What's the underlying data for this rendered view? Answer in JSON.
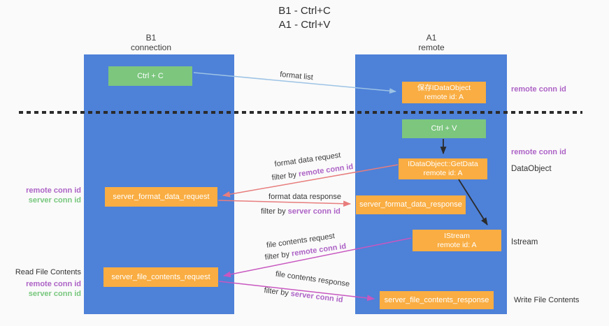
{
  "title": {
    "line1": "B1 - Ctrl+C",
    "line2": "A1 - Ctrl+V"
  },
  "lifelines": {
    "left": {
      "name": "B1",
      "sub": "connection"
    },
    "right": {
      "name": "A1",
      "sub": "remote"
    }
  },
  "nodes": {
    "ctrl_c": {
      "label": "Ctrl + C"
    },
    "saved_dataobject": {
      "line1": "保存IDataObject",
      "line2": "remote id: A"
    },
    "ctrl_v": {
      "label": "Ctrl + V"
    },
    "getdata": {
      "line1": "IDataObject::GetData",
      "line2": "remote id: A"
    },
    "server_format_data_request": {
      "label": "server_format_data_request"
    },
    "server_format_data_response": {
      "label": "server_format_data_response"
    },
    "istream": {
      "line1": "IStream",
      "line2": "remote id: A"
    },
    "server_file_contents_request": {
      "label": "server_file_contents_request"
    },
    "server_file_contents_response": {
      "label": "server_file_contents_response"
    }
  },
  "edges": {
    "format_list": "format list",
    "format_data_request": "format data request",
    "format_data_response": "format data response",
    "file_contents_request": "file contents request",
    "file_contents_response": "file contents response",
    "filter_by": "filter by",
    "remote_conn_id": "remote conn id",
    "server_conn_id": "server conn id"
  },
  "annotations": {
    "remote_conn_id": "remote conn id",
    "server_conn_id": "server conn id",
    "dataobject": "DataObject",
    "istream": "Istream",
    "read_file_contents": "Read File Contents",
    "write_file_contents": "Write File Contents"
  },
  "colors": {
    "background": "#fafafa",
    "lifeline_blue": "#4e81d8",
    "action_green": "#7cc67e",
    "message_orange": "#f9ad42",
    "remote_conn_id_purple": "#ad63c6",
    "server_conn_id_green": "#77c77d",
    "arrow_format_list_blue": "#9cc3e5",
    "arrow_format_data_salmon": "#e87d7d",
    "arrow_file_contents_magenta": "#c857c0",
    "arrow_black": "#2b2b2b"
  }
}
